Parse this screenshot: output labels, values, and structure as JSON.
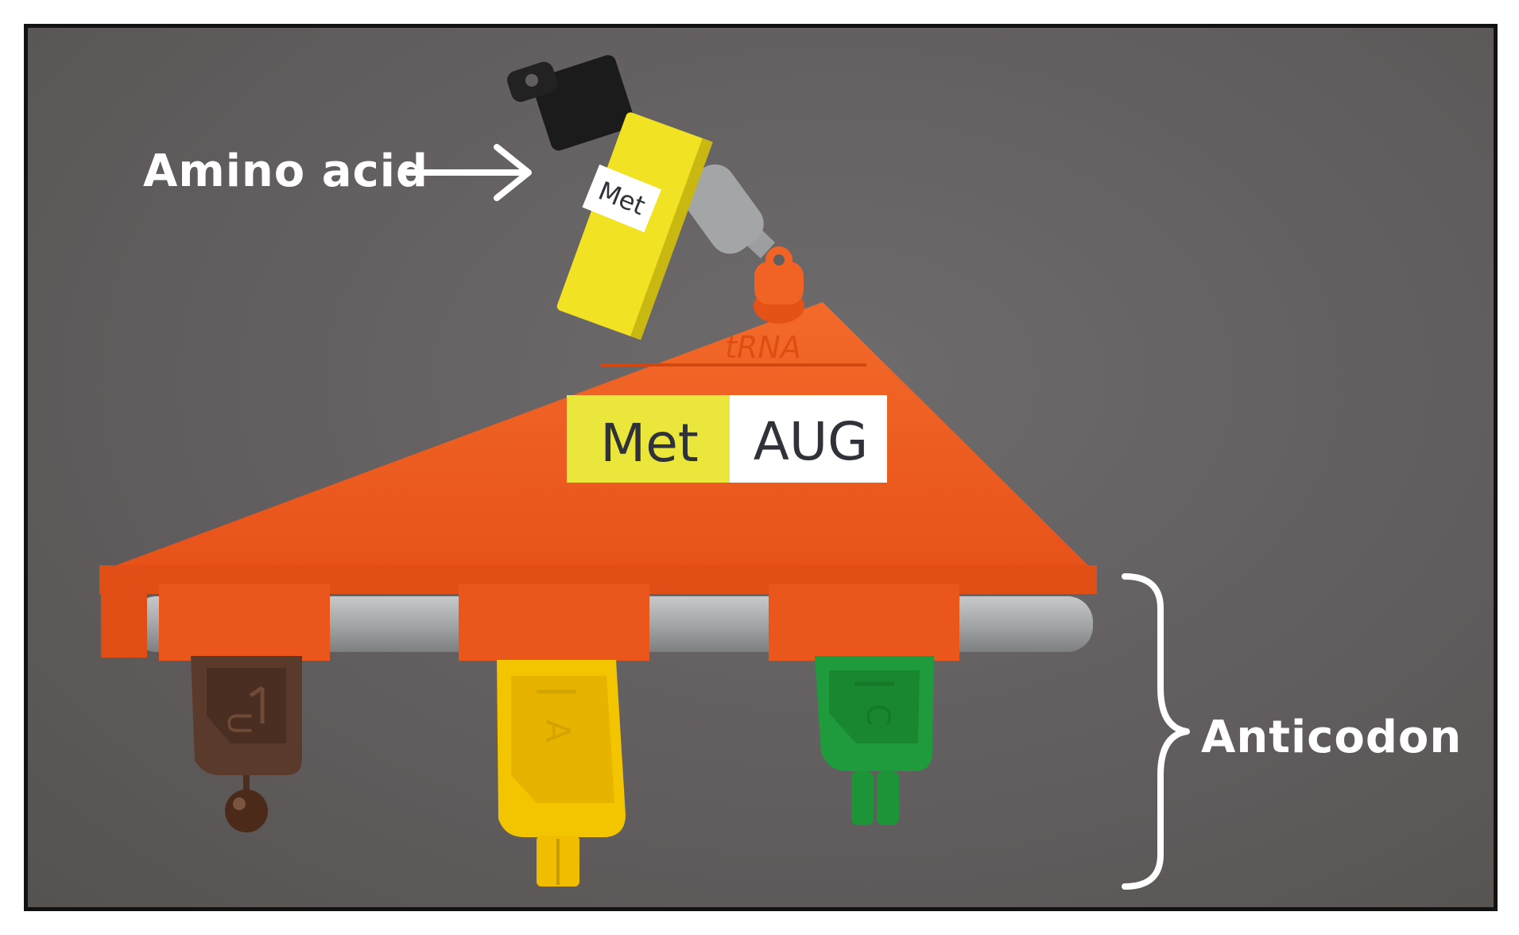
{
  "annotations": {
    "amino_acid": "Amino acid",
    "anticodon": "Anticodon"
  },
  "amino_acid_block": {
    "tag": "Met"
  },
  "trna": {
    "embossed_text": "tRNA",
    "label_amino": "Met",
    "label_codon": "AUG"
  },
  "anticodon_pieces": {
    "left": "U",
    "middle": "A",
    "right": "C"
  },
  "colors": {
    "background": "#625e60",
    "trna_orange": "#ef5a1e",
    "amino_black": "#1b1b1b",
    "amino_yellow": "#f2e224",
    "label_yellow": "#ebe63c",
    "piece_brown": "#5a3a2a",
    "piece_yellow": "#f3c400",
    "piece_green": "#1f9a3c",
    "rod_gray": "#a7a9ab"
  }
}
